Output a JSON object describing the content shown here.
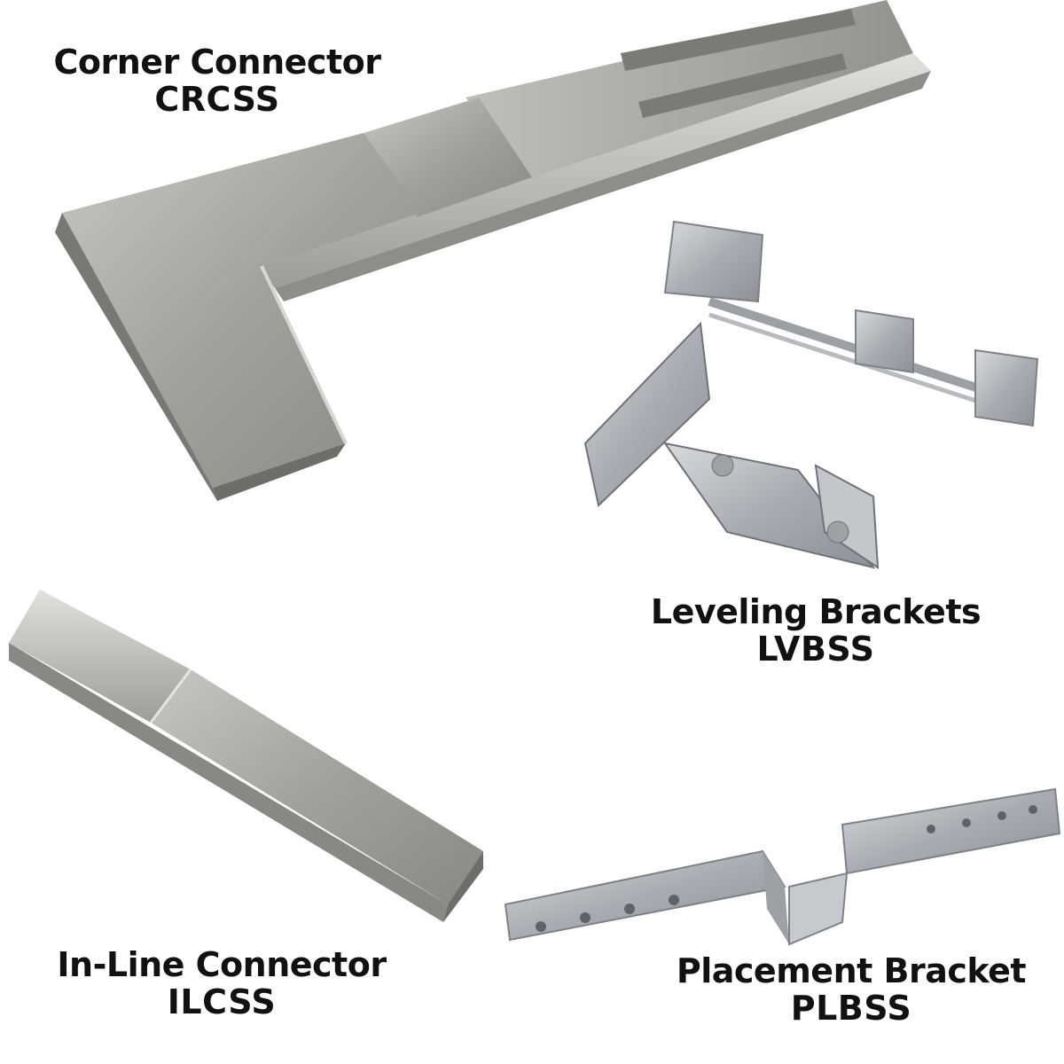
{
  "products": [
    {
      "name": "Corner Connector",
      "code": "CRCSS",
      "icon": "corner-connector-image"
    },
    {
      "name": "Leveling Brackets",
      "code": "LVBSS",
      "icon": "leveling-bracket-image"
    },
    {
      "name": "In-Line Connector",
      "code": "ILCSS",
      "icon": "inline-connector-image"
    },
    {
      "name": "Placement Bracket",
      "code": "PLBSS",
      "icon": "placement-bracket-image"
    }
  ],
  "colors": {
    "steel_light": "#d9d7d3",
    "steel_mid": "#a9a7a2",
    "steel_dark": "#6f6d69",
    "galvanized": "#b9bcc0",
    "background": "#ffffff",
    "text": "#111111"
  }
}
